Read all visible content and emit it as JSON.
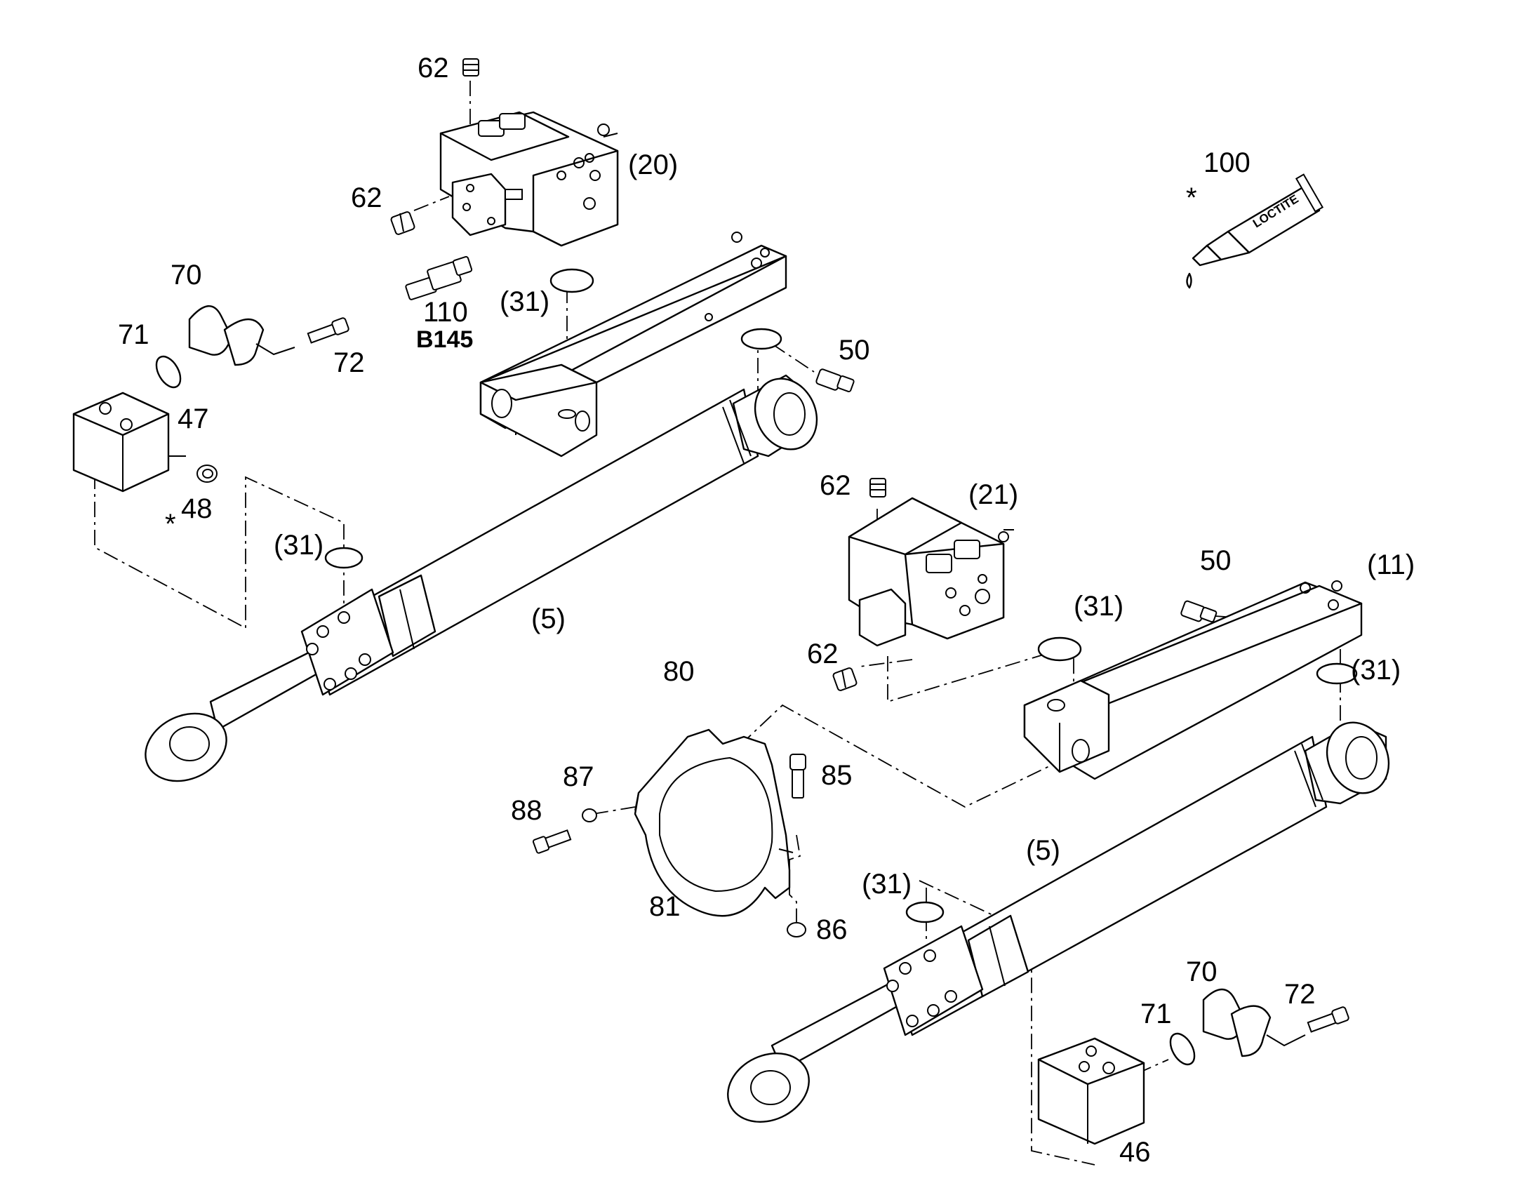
{
  "labels": {
    "l62a": "62",
    "l62b": "62",
    "l62c": "62",
    "l62d": "62",
    "l20": "(20)",
    "l21": "(21)",
    "l100": "100",
    "lstar100": "*",
    "l110": "110",
    "lB145": "B145",
    "l31a": "(31)",
    "l31b": "(31)",
    "l31c": "(31)",
    "l31d": "(31)",
    "l31e": "(31)",
    "l70a": "70",
    "l71a": "71",
    "l72a": "72",
    "l47": "47",
    "l48": "48",
    "lstar48": "*",
    "l50a": "50",
    "l50b": "50",
    "l5a": "(5)",
    "l5b": "(5)",
    "l11": "(11)",
    "l80": "80",
    "l81": "81",
    "l85": "85",
    "l86": "86",
    "l87": "87",
    "l88": "88",
    "l70b": "70",
    "l71b": "71",
    "l72b": "72",
    "l46": "46"
  },
  "tube_text": "LOCTITE"
}
